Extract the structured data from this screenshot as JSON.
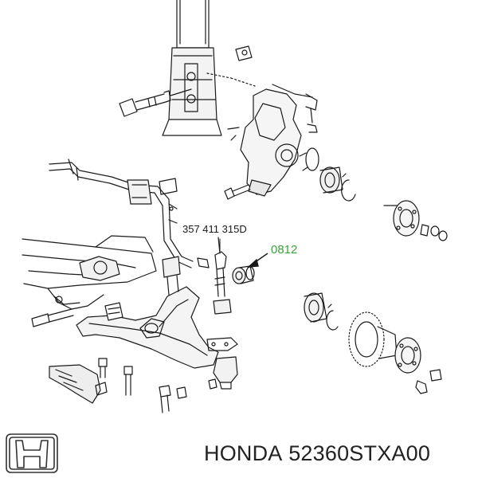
{
  "callouts": {
    "part_number_label": "357 411 315D",
    "reference_label": "0812"
  },
  "footer": {
    "brand": "HONDA",
    "part_code": "52360STXA00"
  },
  "logo": {
    "icon": "honda-h-logo-icon"
  },
  "colors": {
    "line_art": "#1a1a1a",
    "reference_label": "#3aa53a",
    "text": "#222222"
  }
}
